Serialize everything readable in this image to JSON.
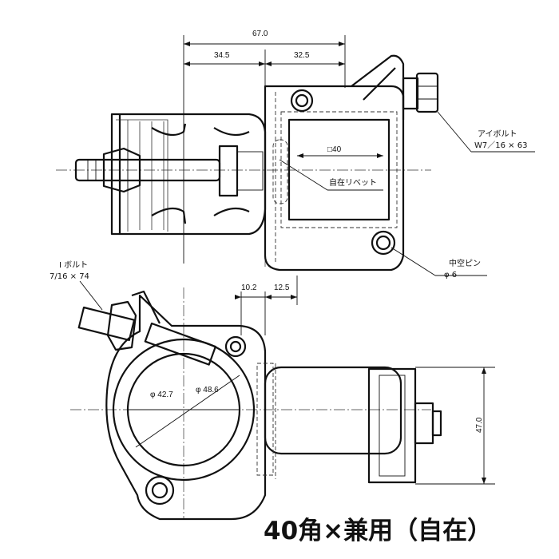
{
  "dimensions": {
    "overall_width": "67.0",
    "left_width": "34.5",
    "right_width": "32.5",
    "square_size": "□40",
    "offset_a": "10.2",
    "offset_b": "12.5",
    "height": "47.0",
    "inner_dia": "φ 42.7",
    "outer_dia": "φ 48.6"
  },
  "labels": {
    "eye_bolt_name": "アイボルト",
    "eye_bolt_spec": "W7／16 × 63",
    "rivet": "自在リベット",
    "hollow_pin_name": "中空ピン",
    "hollow_pin_spec": "φ 6",
    "i_bolt_name": "I ボルト",
    "i_bolt_spec": "7/16 × 74"
  },
  "caption": "40角×兼用（自在）"
}
